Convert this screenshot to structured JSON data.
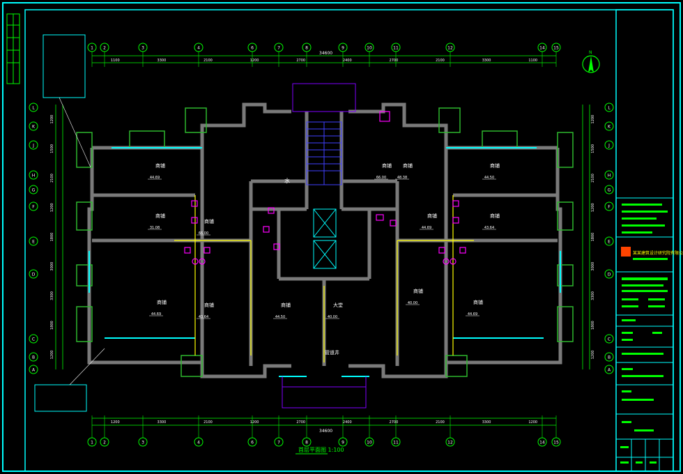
{
  "drawing": {
    "title": "首层平面图 1:100",
    "colors": {
      "background": "#000000",
      "frame": "#00ffff",
      "wall": "#2eb82e",
      "wall_fill": "#7a7a7a",
      "dimension": "#00ff00",
      "axis_circle": "#00ff00",
      "window": "#00ffff",
      "core": "#ffff00",
      "fixture": "#ff00ff",
      "room_text": "#ffffff",
      "annotation": "#ffff00",
      "stair": "#0000ff",
      "logo": "#ff4400"
    },
    "grid_axes_horizontal": [
      "1",
      "2",
      "3",
      "4",
      "6",
      "7",
      "8",
      "9",
      "10",
      "11",
      "12",
      "14",
      "15"
    ],
    "grid_axes_vertical": [
      "L",
      "K",
      "J",
      "H",
      "G",
      "F",
      "E",
      "D",
      "C",
      "B",
      "A"
    ],
    "top_dimensions": [
      "1100",
      "3300",
      "2100",
      "1200",
      "2700",
      "2400",
      "2700",
      "2100",
      "3300",
      "1100"
    ],
    "bottom_dimensions": [
      "1200",
      "3300",
      "2100",
      "1200",
      "2700",
      "2400",
      "2700",
      "2100",
      "3300",
      "1200"
    ],
    "overall_dimension": "34600",
    "left_dimensions": [
      "1200",
      "1500",
      "2100",
      "1200",
      "1800",
      "3000",
      "3300",
      "1800",
      "1200"
    ],
    "right_dimensions": [
      "1200",
      "1500",
      "2100",
      "1200",
      "1800",
      "3000",
      "3300",
      "1800",
      "1200"
    ],
    "rooms": [
      {
        "name": "商铺",
        "area": "44.69"
      },
      {
        "name": "商铺",
        "area": "31.08"
      },
      {
        "name": "商铺",
        "area": "44.69"
      },
      {
        "name": "商铺",
        "area": "43.64"
      },
      {
        "name": "商铺",
        "area": "44.50"
      },
      {
        "name": "商铺",
        "area": "66.00"
      },
      {
        "name": "商铺",
        "area": "48.38"
      },
      {
        "name": "商铺",
        "area": "40.00"
      },
      {
        "name": "大堂",
        "area": "40.00"
      },
      {
        "name": "商铺",
        "area": "44.50"
      },
      {
        "name": "商铺",
        "area": "43.64"
      },
      {
        "name": "商铺",
        "area": "44.69"
      },
      {
        "name": "商铺",
        "area": "66.00"
      },
      {
        "name": "商铺",
        "area": "44.69"
      }
    ],
    "labels": {
      "corridor": "管道井",
      "water": "水",
      "north_arrow": "N"
    },
    "title_block": {
      "company": "某某建筑设计研究院有限公司"
    }
  }
}
